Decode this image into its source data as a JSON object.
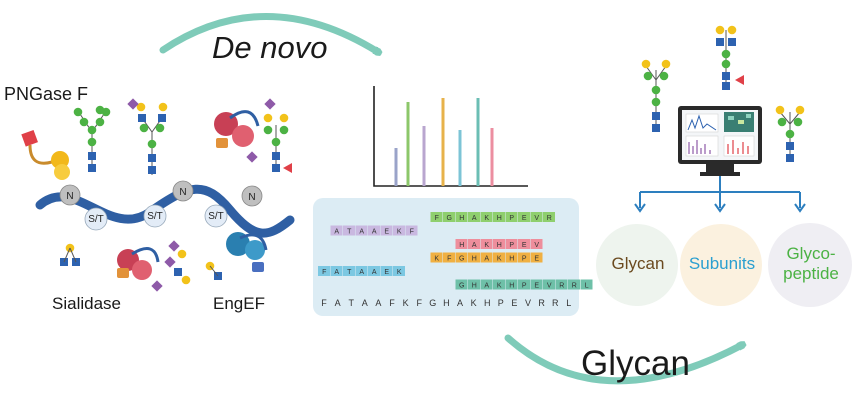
{
  "labels": {
    "pngase": "PNGase F",
    "sialidase": "Sialidase",
    "engef": "EngEF",
    "de_novo": "De novo",
    "glycan_arrow": "Glycan"
  },
  "peptide": {
    "site_letters": [
      "N",
      "S/T",
      "S/T",
      "N",
      "S/T",
      "N"
    ]
  },
  "sequence_rows": [
    [
      "F",
      "G",
      "H",
      "A",
      "K",
      "H",
      "P",
      "E",
      "V",
      "R"
    ],
    [
      "A",
      "T",
      "A",
      "A",
      "E",
      "K",
      "F"
    ],
    [
      "H",
      "A",
      "K",
      "H",
      "P",
      "E",
      "V"
    ],
    [
      "K",
      "F",
      "G",
      "H",
      "A",
      "K",
      "H",
      "P",
      "E"
    ],
    [
      "F",
      "A",
      "T",
      "A",
      "A",
      "E",
      "K"
    ],
    [
      "G",
      "H",
      "A",
      "K",
      "H",
      "P",
      "E",
      "V",
      "R",
      "R",
      "L"
    ]
  ],
  "full_sequence": [
    "F",
    "A",
    "T",
    "A",
    "A",
    "F",
    "K",
    "F",
    "G",
    "H",
    "A",
    "K",
    "H",
    "P",
    "E",
    "V",
    "R",
    "R",
    "L"
  ],
  "results": [
    {
      "label": "Glycan"
    },
    {
      "label": "Subunits"
    },
    {
      "label": "Glyco-\npeptide"
    }
  ],
  "colors": {
    "arrow": "#7fcbb9",
    "peptide_backbone": "#2f5fa3",
    "glcnac": "#2d62b0",
    "mannose": "#4cb244",
    "galactose": "#f2c21a",
    "fucose": "#e04048",
    "sialic": "#8e5aa8",
    "panel_bg": "#dcecf4"
  }
}
